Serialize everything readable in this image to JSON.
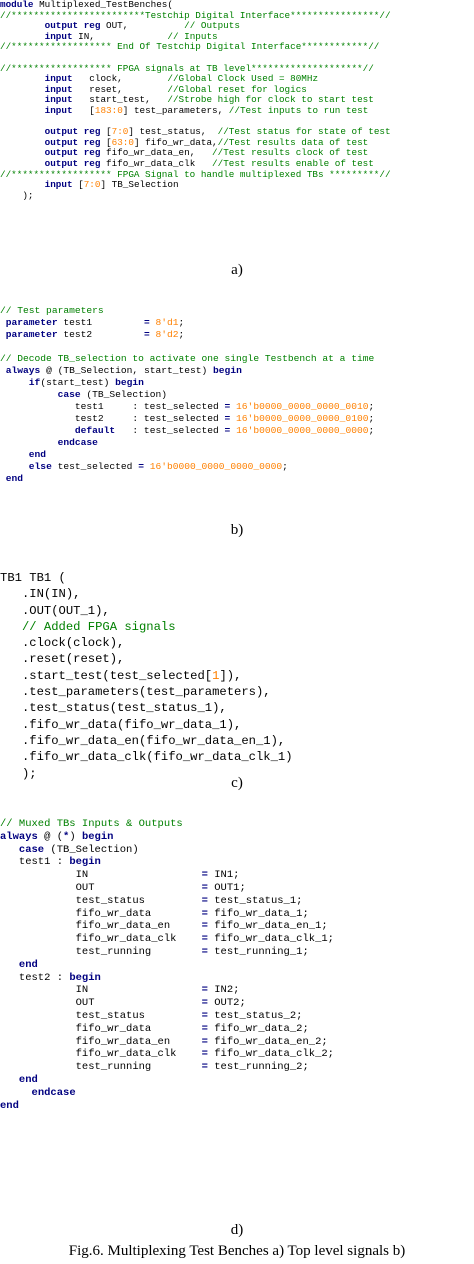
{
  "panel_a": {
    "lines": [
      [
        [
          "kw",
          "module "
        ],
        [
          "plain",
          "Multiplexed_TestBenches("
        ]
      ],
      [
        [
          "cm",
          "//************************Testchip Digital Interface****************//"
        ]
      ],
      [
        [
          "plain",
          "        "
        ],
        [
          "kw",
          "output reg "
        ],
        [
          "plain",
          "OUT,          "
        ],
        [
          "cm",
          "// Outputs"
        ]
      ],
      [
        [
          "plain",
          "        "
        ],
        [
          "kw",
          "input "
        ],
        [
          "plain",
          "IN,             "
        ],
        [
          "cm",
          "// Inputs"
        ]
      ],
      [
        [
          "cm",
          "//****************** End Of Testchip Digital Interface************//"
        ]
      ],
      [
        [
          "plain",
          ""
        ]
      ],
      [
        [
          "cm",
          "//****************** FPGA signals at TB level********************//"
        ]
      ],
      [
        [
          "plain",
          "        "
        ],
        [
          "kw",
          "input   "
        ],
        [
          "plain",
          "clock,        "
        ],
        [
          "cm",
          "//Global Clock Used = 80MHz"
        ]
      ],
      [
        [
          "plain",
          "        "
        ],
        [
          "kw",
          "input   "
        ],
        [
          "plain",
          "reset,        "
        ],
        [
          "cm",
          "//Global reset for logics"
        ]
      ],
      [
        [
          "plain",
          "        "
        ],
        [
          "kw",
          "input   "
        ],
        [
          "plain",
          "start_test,   "
        ],
        [
          "cm",
          "//Strobe high for clock to start test"
        ]
      ],
      [
        [
          "plain",
          "        "
        ],
        [
          "kw",
          "input   "
        ],
        [
          "plain",
          "["
        ],
        [
          "num",
          "183:0"
        ],
        [
          "plain",
          "] test_parameters, "
        ],
        [
          "cm",
          "//Test inputs to run test"
        ]
      ],
      [
        [
          "plain",
          ""
        ]
      ],
      [
        [
          "plain",
          "        "
        ],
        [
          "kw",
          "output reg "
        ],
        [
          "plain",
          "["
        ],
        [
          "num",
          "7:0"
        ],
        [
          "plain",
          "] test_status,  "
        ],
        [
          "cm",
          "//Test status for state of test"
        ]
      ],
      [
        [
          "plain",
          "        "
        ],
        [
          "kw",
          "output reg "
        ],
        [
          "plain",
          "["
        ],
        [
          "num",
          "63:0"
        ],
        [
          "plain",
          "] fifo_wr_data,"
        ],
        [
          "cm",
          "//Test results data of test"
        ]
      ],
      [
        [
          "plain",
          "        "
        ],
        [
          "kw",
          "output reg "
        ],
        [
          "plain",
          "fifo_wr_data_en,   "
        ],
        [
          "cm",
          "//Test results clock of test"
        ]
      ],
      [
        [
          "plain",
          "        "
        ],
        [
          "kw",
          "output reg "
        ],
        [
          "plain",
          "fifo_wr_data_clk   "
        ],
        [
          "cm",
          "//Test results enable of test"
        ]
      ],
      [
        [
          "cm",
          "//****************** FPGA Signal to handle multiplexed TBs *********//"
        ]
      ],
      [
        [
          "plain",
          "        "
        ],
        [
          "kw",
          "input "
        ],
        [
          "plain",
          "["
        ],
        [
          "num",
          "7:0"
        ],
        [
          "plain",
          "] TB_Selection"
        ]
      ],
      [
        [
          "plain",
          "    );"
        ]
      ]
    ],
    "label": "a)"
  },
  "panel_b": {
    "lines": [
      [
        [
          "cm",
          "// Test parameters"
        ]
      ],
      [
        [
          "plain",
          " "
        ],
        [
          "kw",
          "parameter "
        ],
        [
          "plain",
          "test1         "
        ],
        [
          "op",
          "= "
        ],
        [
          "num",
          "8'd1"
        ],
        [
          "plain",
          ";"
        ]
      ],
      [
        [
          "plain",
          " "
        ],
        [
          "kw",
          "parameter "
        ],
        [
          "plain",
          "test2         "
        ],
        [
          "op",
          "= "
        ],
        [
          "num",
          "8'd2"
        ],
        [
          "plain",
          ";"
        ]
      ],
      [
        [
          "plain",
          ""
        ]
      ],
      [
        [
          "cm",
          "// Decode TB_selection to activate one single Testbench at a time"
        ]
      ],
      [
        [
          "plain",
          " "
        ],
        [
          "kw",
          "always "
        ],
        [
          "plain",
          "@ (TB_Selection, start_test) "
        ],
        [
          "kw",
          "begin"
        ]
      ],
      [
        [
          "plain",
          "     "
        ],
        [
          "kw",
          "if"
        ],
        [
          "plain",
          "(start_test) "
        ],
        [
          "kw",
          "begin"
        ]
      ],
      [
        [
          "plain",
          "          "
        ],
        [
          "kw",
          "case "
        ],
        [
          "plain",
          "(TB_Selection)"
        ]
      ],
      [
        [
          "plain",
          "             test1     : test_selected "
        ],
        [
          "op",
          "= "
        ],
        [
          "num",
          "16'b0000_0000_0000_0010"
        ],
        [
          "plain",
          ";"
        ]
      ],
      [
        [
          "plain",
          "             test2     : test_selected "
        ],
        [
          "op",
          "= "
        ],
        [
          "num",
          "16'b0000_0000_0000_0100"
        ],
        [
          "plain",
          ";"
        ]
      ],
      [
        [
          "plain",
          "             "
        ],
        [
          "kw",
          "default   "
        ],
        [
          "plain",
          ": test_selected "
        ],
        [
          "op",
          "= "
        ],
        [
          "num",
          "16'b0000_0000_0000_0000"
        ],
        [
          "plain",
          ";"
        ]
      ],
      [
        [
          "plain",
          "          "
        ],
        [
          "kw",
          "endcase"
        ]
      ],
      [
        [
          "plain",
          "     "
        ],
        [
          "kw",
          "end"
        ]
      ],
      [
        [
          "plain",
          "     "
        ],
        [
          "kw",
          "else "
        ],
        [
          "plain",
          "test_selected "
        ],
        [
          "op",
          "= "
        ],
        [
          "num",
          "16'b0000_0000_0000_0000"
        ],
        [
          "plain",
          ";"
        ]
      ],
      [
        [
          "plain",
          " "
        ],
        [
          "kw",
          "end"
        ]
      ]
    ],
    "label": "b)"
  },
  "panel_c": {
    "lines": [
      [
        [
          "plain",
          "TB1 TB1 ("
        ]
      ],
      [
        [
          "plain",
          "   .IN(IN),"
        ]
      ],
      [
        [
          "plain",
          "   .OUT(OUT_1),"
        ]
      ],
      [
        [
          "plain",
          "   "
        ],
        [
          "cm",
          "// Added FPGA signals"
        ]
      ],
      [
        [
          "plain",
          "   .clock(clock),"
        ]
      ],
      [
        [
          "plain",
          "   .reset(reset),"
        ]
      ],
      [
        [
          "plain",
          "   .start_test(test_selected["
        ],
        [
          "num",
          "1"
        ],
        [
          "plain",
          "]),"
        ]
      ],
      [
        [
          "plain",
          "   .test_parameters(test_parameters),"
        ]
      ],
      [
        [
          "plain",
          "   .test_status(test_status_1),"
        ]
      ],
      [
        [
          "plain",
          "   .fifo_wr_data(fifo_wr_data_1),"
        ]
      ],
      [
        [
          "plain",
          "   .fifo_wr_data_en(fifo_wr_data_en_1),"
        ]
      ],
      [
        [
          "plain",
          "   .fifo_wr_data_clk(fifo_wr_data_clk_1)"
        ]
      ],
      [
        [
          "plain",
          "   );"
        ]
      ]
    ],
    "label": "c)"
  },
  "panel_d": {
    "lines": [
      [
        [
          "cm",
          "// Muxed TBs Inputs & Outputs"
        ]
      ],
      [
        [
          "kw",
          "always "
        ],
        [
          "plain",
          "@ ("
        ],
        [
          "op",
          "*"
        ],
        [
          "plain",
          ") "
        ],
        [
          "kw",
          "begin"
        ]
      ],
      [
        [
          "plain",
          "   "
        ],
        [
          "kw",
          "case "
        ],
        [
          "plain",
          "(TB_Selection)"
        ]
      ],
      [
        [
          "plain",
          "   test1 : "
        ],
        [
          "kw",
          "begin"
        ]
      ],
      [
        [
          "plain",
          "            IN                  "
        ],
        [
          "op",
          "= "
        ],
        [
          "plain",
          "IN1;"
        ]
      ],
      [
        [
          "plain",
          "            OUT                 "
        ],
        [
          "op",
          "= "
        ],
        [
          "plain",
          "OUT1;"
        ]
      ],
      [
        [
          "plain",
          "            test_status         "
        ],
        [
          "op",
          "= "
        ],
        [
          "plain",
          "test_status_1;"
        ]
      ],
      [
        [
          "plain",
          "            fifo_wr_data        "
        ],
        [
          "op",
          "= "
        ],
        [
          "plain",
          "fifo_wr_data_1;"
        ]
      ],
      [
        [
          "plain",
          "            fifo_wr_data_en     "
        ],
        [
          "op",
          "= "
        ],
        [
          "plain",
          "fifo_wr_data_en_1;"
        ]
      ],
      [
        [
          "plain",
          "            fifo_wr_data_clk    "
        ],
        [
          "op",
          "= "
        ],
        [
          "plain",
          "fifo_wr_data_clk_1;"
        ]
      ],
      [
        [
          "plain",
          "            test_running        "
        ],
        [
          "op",
          "= "
        ],
        [
          "plain",
          "test_running_1;"
        ]
      ],
      [
        [
          "plain",
          "   "
        ],
        [
          "kw",
          "end"
        ]
      ],
      [
        [
          "plain",
          "   test2 : "
        ],
        [
          "kw",
          "begin"
        ]
      ],
      [
        [
          "plain",
          "            IN                  "
        ],
        [
          "op",
          "= "
        ],
        [
          "plain",
          "IN2;"
        ]
      ],
      [
        [
          "plain",
          "            OUT                 "
        ],
        [
          "op",
          "= "
        ],
        [
          "plain",
          "OUT2;"
        ]
      ],
      [
        [
          "plain",
          "            test_status         "
        ],
        [
          "op",
          "= "
        ],
        [
          "plain",
          "test_status_2;"
        ]
      ],
      [
        [
          "plain",
          "            fifo_wr_data        "
        ],
        [
          "op",
          "= "
        ],
        [
          "plain",
          "fifo_wr_data_2;"
        ]
      ],
      [
        [
          "plain",
          "            fifo_wr_data_en     "
        ],
        [
          "op",
          "= "
        ],
        [
          "plain",
          "fifo_wr_data_en_2;"
        ]
      ],
      [
        [
          "plain",
          "            fifo_wr_data_clk    "
        ],
        [
          "op",
          "= "
        ],
        [
          "plain",
          "fifo_wr_data_clk_2;"
        ]
      ],
      [
        [
          "plain",
          "            test_running        "
        ],
        [
          "op",
          "= "
        ],
        [
          "plain",
          "test_running_2;"
        ]
      ],
      [
        [
          "plain",
          "   "
        ],
        [
          "kw",
          "end"
        ]
      ],
      [
        [
          "plain",
          "     "
        ],
        [
          "kw",
          "endcase"
        ]
      ],
      [
        [
          "kw",
          "end"
        ]
      ]
    ],
    "label": "d)"
  },
  "caption": "Fig.6. Multiplexing  Test Benches a) Top level signals b)"
}
